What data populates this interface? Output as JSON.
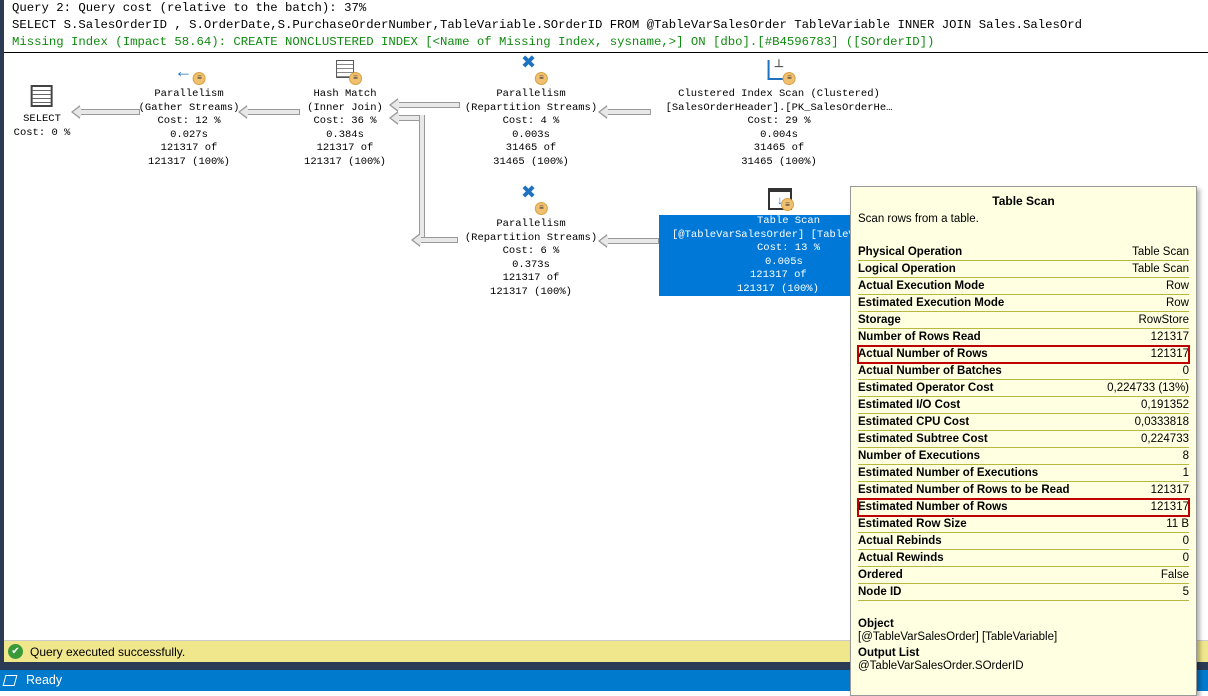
{
  "header": {
    "query_cost": "Query 2: Query cost (relative to the batch): 37%",
    "sql": "SELECT S.SalesOrderID , S.OrderDate,S.PurchaseOrderNumber,TableVariable.SOrderID FROM @TableVarSalesOrder TableVariable INNER JOIN Sales.SalesOrd",
    "missing_index": "Missing Index (Impact 58.64): CREATE NONCLUSTERED INDEX [<Name of Missing Index, sysname,>] ON [dbo].[#B4596783] ([SOrderID])"
  },
  "nodes": {
    "select": {
      "l1": "SELECT",
      "l2": "Cost: 0 %"
    },
    "gather": {
      "l1": "Parallelism",
      "l2": "(Gather Streams)",
      "l3": "Cost: 12 %",
      "l4": "0.027s",
      "l5": "121317 of",
      "l6": "121317 (100%)"
    },
    "hash": {
      "l1": "Hash Match",
      "l2": "(Inner Join)",
      "l3": "Cost: 36 %",
      "l4": "0.384s",
      "l5": "121317 of",
      "l6": "121317 (100%)"
    },
    "repart1": {
      "l1": "Parallelism",
      "l2": "(Repartition Streams)",
      "l3": "Cost: 4 %",
      "l4": "0.003s",
      "l5": "31465 of",
      "l6": "31465 (100%)"
    },
    "cis": {
      "l1": "Clustered Index Scan (Clustered)",
      "l2": "[SalesOrderHeader].[PK_SalesOrderHe…",
      "l3": "Cost: 29 %",
      "l4": "0.004s",
      "l5": "31465 of",
      "l6": "31465 (100%)"
    },
    "repart2": {
      "l1": "Parallelism",
      "l2": "(Repartition Streams)",
      "l3": "Cost: 6 %",
      "l4": "0.373s",
      "l5": "121317 of",
      "l6": "121317 (100%)"
    },
    "tscan": {
      "l1": "Table Scan",
      "l2": "[@TableVarSalesOrder] [TableV",
      "l3": "Cost: 13 %",
      "l4": "0.005s",
      "l5": "121317 of",
      "l6": "121317 (100%)"
    }
  },
  "tooltip": {
    "title": "Table Scan",
    "description": "Scan rows from a table.",
    "rows": [
      {
        "k": "Physical Operation",
        "v": "Table Scan"
      },
      {
        "k": "Logical Operation",
        "v": "Table Scan"
      },
      {
        "k": "Actual Execution Mode",
        "v": "Row"
      },
      {
        "k": "Estimated Execution Mode",
        "v": "Row"
      },
      {
        "k": "Storage",
        "v": "RowStore"
      },
      {
        "k": "Number of Rows Read",
        "v": "121317"
      },
      {
        "k": "Actual Number of Rows",
        "v": "121317"
      },
      {
        "k": "Actual Number of Batches",
        "v": "0"
      },
      {
        "k": "Estimated Operator Cost",
        "v": "0,224733 (13%)"
      },
      {
        "k": "Estimated I/O Cost",
        "v": "0,191352"
      },
      {
        "k": "Estimated CPU Cost",
        "v": "0,0333818"
      },
      {
        "k": "Estimated Subtree Cost",
        "v": "0,224733"
      },
      {
        "k": "Number of Executions",
        "v": "8"
      },
      {
        "k": "Estimated Number of Executions",
        "v": "1"
      },
      {
        "k": "Estimated Number of Rows to be Read",
        "v": "121317"
      },
      {
        "k": "Estimated Number of Rows",
        "v": "121317"
      },
      {
        "k": "Estimated Row Size",
        "v": "11 B"
      },
      {
        "k": "Actual Rebinds",
        "v": "0"
      },
      {
        "k": "Actual Rewinds",
        "v": "0"
      },
      {
        "k": "Ordered",
        "v": "False"
      },
      {
        "k": "Node ID",
        "v": "5"
      }
    ],
    "object_label": "Object",
    "object_value": "[@TableVarSalesOrder] [TableVariable]",
    "output_label": "Output List",
    "output_value": "@TableVarSalesOrder.SOrderID"
  },
  "status": {
    "message": "Query executed successfully.",
    "ready": "Ready"
  },
  "colors": {
    "selection": "#0078d7",
    "status_bar": "#007acc",
    "message_bar": "#f0e68c",
    "tooltip_bg": "#ffffe1",
    "highlight_box": "#c00000",
    "missing_index": "#108a10"
  }
}
